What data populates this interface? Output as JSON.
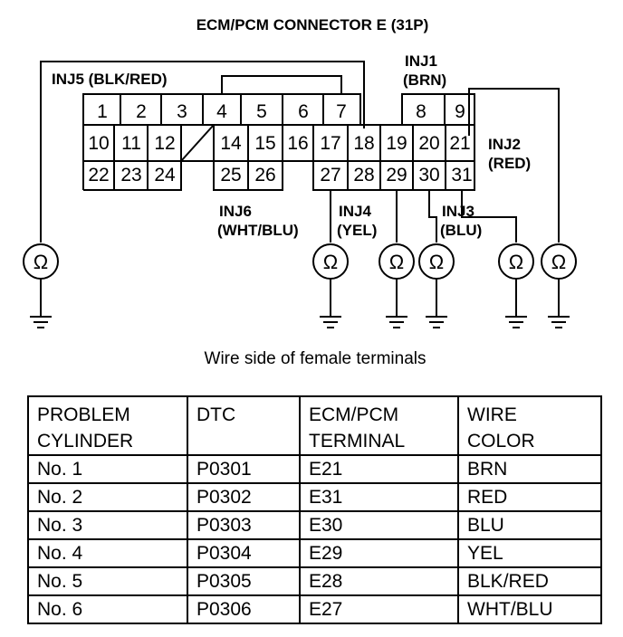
{
  "title": "ECM/PCM CONNECTOR E (31P)",
  "caption": "Wire side of female terminals",
  "injectors": {
    "inj1": {
      "name": "INJ1",
      "color": "(BRN)"
    },
    "inj2": {
      "name": "INJ2",
      "color": "(RED)"
    },
    "inj3": {
      "name": "INJ3",
      "color": "(BLU)"
    },
    "inj4": {
      "name": "INJ4",
      "color": "(YEL)"
    },
    "inj5": {
      "name": "INJ5",
      "color": "(BLK/RED)"
    },
    "inj6": {
      "name": "INJ6",
      "color": "(WHT/BLU)"
    }
  },
  "ohm_symbol": "Ω",
  "pins": [
    "1",
    "2",
    "3",
    "4",
    "5",
    "6",
    "7",
    "8",
    "9",
    "10",
    "11",
    "12",
    "14",
    "15",
    "16",
    "17",
    "18",
    "19",
    "20",
    "21",
    "22",
    "23",
    "24",
    "25",
    "26",
    "27",
    "28",
    "29",
    "30",
    "31"
  ],
  "table": {
    "headers": [
      {
        "line1": "PROBLEM",
        "line2": "CYLINDER"
      },
      {
        "line1": "DTC",
        "line2": ""
      },
      {
        "line1": "ECM/PCM",
        "line2": "TERMINAL"
      },
      {
        "line1": "WIRE",
        "line2": "COLOR"
      }
    ],
    "rows": [
      [
        "No. 1",
        "P0301",
        "E21",
        "BRN"
      ],
      [
        "No. 2",
        "P0302",
        "E31",
        "RED"
      ],
      [
        "No. 3",
        "P0303",
        "E30",
        "BLU"
      ],
      [
        "No. 4",
        "P0304",
        "E29",
        "YEL"
      ],
      [
        "No. 5",
        "P0305",
        "E28",
        "BLK/RED"
      ],
      [
        "No. 6",
        "P0306",
        "E27",
        "WHT/BLU"
      ]
    ]
  }
}
